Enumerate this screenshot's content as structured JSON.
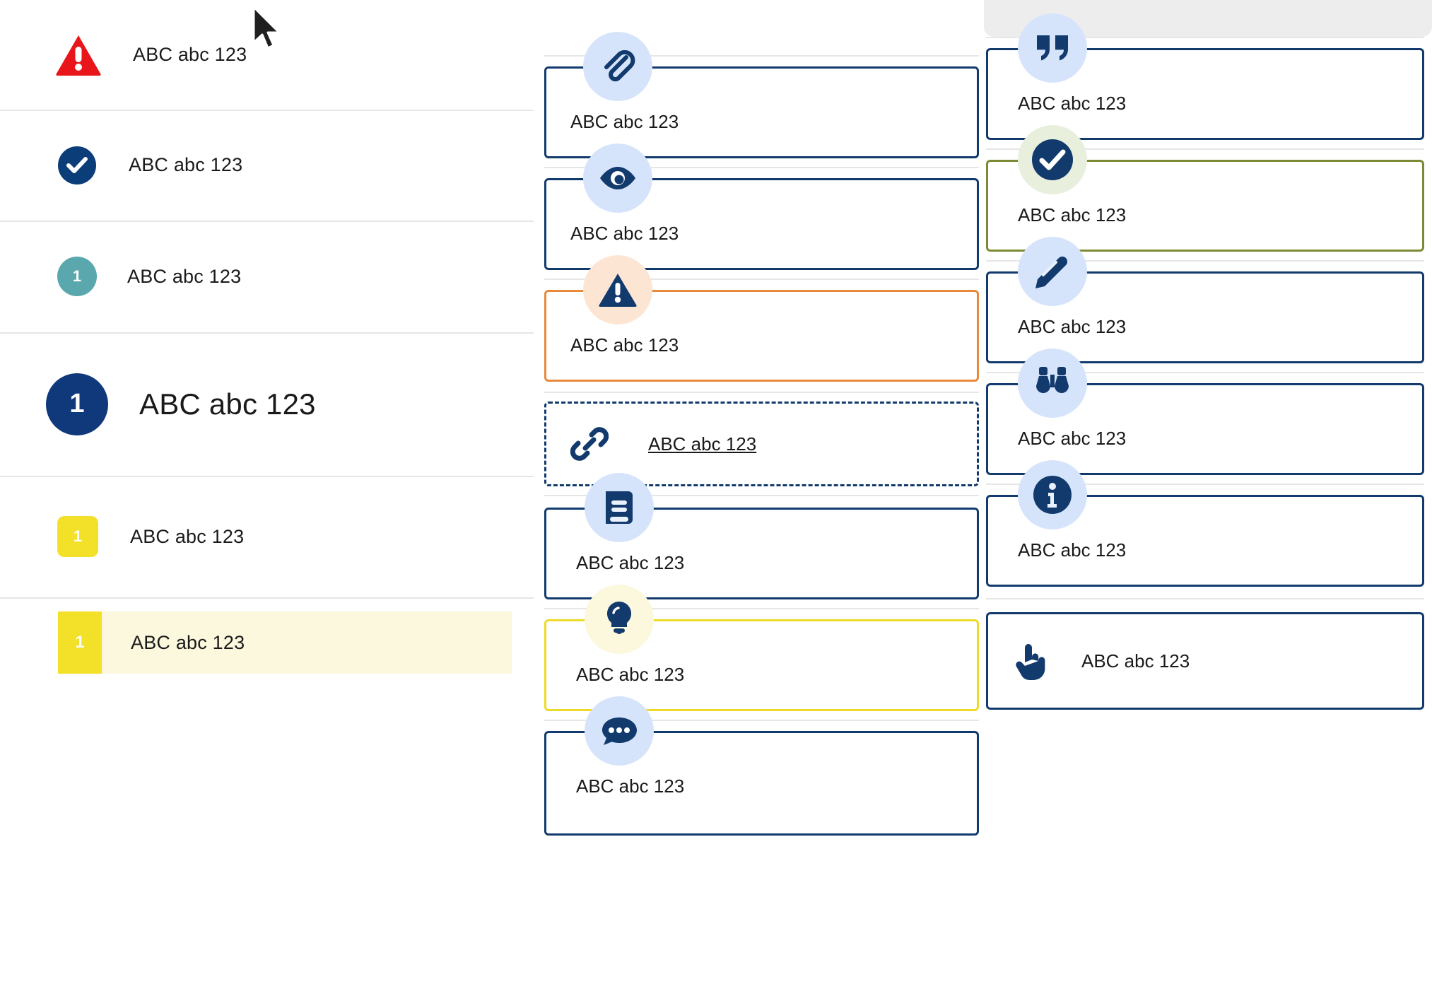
{
  "sample_text": "ABC abc 123",
  "sidebar": {
    "items": [
      {
        "id": "alert-error",
        "icon": "warning-triangle-icon",
        "icon_color": "#e8161a",
        "badge_text": "",
        "label": "ABC abc 123",
        "style": "plain"
      },
      {
        "id": "alert-success",
        "icon": "check-circle-icon",
        "icon_color": "#0b3d79",
        "badge_text": "",
        "label": "ABC abc 123",
        "style": "plain"
      },
      {
        "id": "step-teal",
        "icon": "number-circle-icon",
        "icon_color": "#5aa8ad",
        "badge_text": "1",
        "label": "ABC abc 123",
        "style": "plain"
      },
      {
        "id": "step-navy-large",
        "icon": "number-circle-large-icon",
        "icon_color": "#10397c",
        "badge_text": "1",
        "label": "ABC abc 123",
        "style": "large"
      },
      {
        "id": "step-yellow",
        "icon": "number-square-icon",
        "icon_color": "#f2e029",
        "badge_text": "1",
        "label": "ABC abc 123",
        "style": "plain"
      },
      {
        "id": "step-yellow-selected",
        "icon": "number-square-flat-icon",
        "icon_color": "#f2e029",
        "badge_text": "1",
        "label": "ABC abc 123",
        "style": "highlighted"
      }
    ]
  },
  "middle_column": {
    "cards": [
      {
        "id": "attachment",
        "icon": "paperclip-icon",
        "badge_bg": "#d6e4fb",
        "border_color": "#123a6d",
        "border_style": "solid",
        "layout": "stacked",
        "label": "ABC abc 123",
        "underline": false
      },
      {
        "id": "visibility",
        "icon": "eye-icon",
        "badge_bg": "#d6e4fb",
        "border_color": "#123a6d",
        "border_style": "solid",
        "layout": "stacked",
        "label": "ABC abc 123",
        "underline": false
      },
      {
        "id": "warning",
        "icon": "warning-triangle-icon",
        "badge_bg": "#fde5d3",
        "border_color": "#e8893b",
        "border_style": "solid",
        "layout": "stacked",
        "label": "ABC abc 123",
        "underline": false
      },
      {
        "id": "link",
        "icon": "chain-link-icon",
        "badge_bg": "none",
        "border_color": "#123a6d",
        "border_style": "dashed",
        "layout": "inline",
        "label": "ABC abc 123",
        "underline": true
      },
      {
        "id": "glossary",
        "icon": "book-icon",
        "badge_bg": "#d6e4fb",
        "border_color": "#123a6d",
        "border_style": "solid",
        "layout": "stacked",
        "label": "ABC abc 123",
        "underline": false
      },
      {
        "id": "tip",
        "icon": "lightbulb-icon",
        "badge_bg": "#fbf8dd",
        "border_color": "#eddb2a",
        "border_style": "solid",
        "layout": "stacked",
        "label": "ABC abc 123",
        "underline": false
      },
      {
        "id": "comment",
        "icon": "speech-bubble-icon",
        "badge_bg": "#d6e4fb",
        "border_color": "#123a6d",
        "border_style": "solid",
        "layout": "stacked",
        "label": "ABC abc 123",
        "underline": false
      }
    ]
  },
  "right_column": {
    "cards": [
      {
        "id": "quote",
        "icon": "quote-icon",
        "badge_bg": "#d6e4fb",
        "border_color": "#123a6d",
        "border_style": "solid",
        "layout": "stacked",
        "label": "ABC abc 123",
        "underline": false
      },
      {
        "id": "success",
        "icon": "check-circle-icon",
        "badge_bg": "#e8efdd",
        "border_color": "#7b8a35",
        "border_style": "solid",
        "layout": "stacked",
        "label": "ABC abc 123",
        "underline": false
      },
      {
        "id": "edit",
        "icon": "pencil-icon",
        "badge_bg": "#d6e4fb",
        "border_color": "#123a6d",
        "border_style": "solid",
        "layout": "stacked",
        "label": "ABC abc 123",
        "underline": false
      },
      {
        "id": "observe",
        "icon": "binoculars-icon",
        "badge_bg": "#d6e4fb",
        "border_color": "#123a6d",
        "border_style": "solid",
        "layout": "stacked",
        "label": "ABC abc 123",
        "underline": false
      },
      {
        "id": "info",
        "icon": "info-circle-icon",
        "badge_bg": "#d6e4fb",
        "border_color": "#123a6d",
        "border_style": "solid",
        "layout": "stacked",
        "label": "ABC abc 123",
        "underline": false
      },
      {
        "id": "action",
        "icon": "hand-pointer-icon",
        "badge_bg": "none",
        "border_color": "#123a6d",
        "border_style": "solid",
        "layout": "inline",
        "label": "ABC abc 123",
        "underline": false
      }
    ]
  },
  "colors": {
    "navy": "#123a6d",
    "navy_dark": "#10397c",
    "red": "#e8161a",
    "orange": "#e8893b",
    "olive": "#7b8a35",
    "yellow": "#f2e029",
    "teal": "#5aa8ad",
    "icon_bg_blue": "#d6e4fb",
    "icon_bg_peach": "#fde5d3",
    "icon_bg_green": "#e8efdd",
    "icon_bg_yellow": "#fbf8dd",
    "row_highlight": "#fbf8dd",
    "divider": "#e6e6e6",
    "panel_grey": "#ededed"
  }
}
